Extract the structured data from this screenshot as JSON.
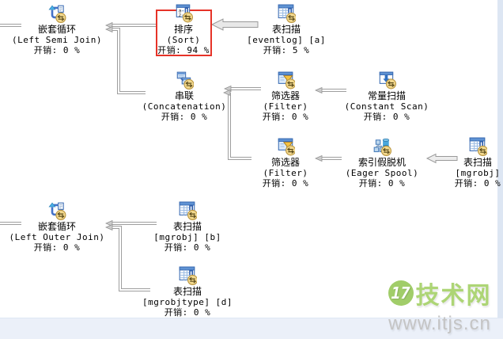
{
  "nodes": [
    {
      "id": "nested-loops-semi",
      "icon": "nested-loops-icon",
      "name": "嵌套循环",
      "subtitle": "(Left Semi Join)",
      "cost": "开销: 0 %"
    },
    {
      "id": "sort",
      "icon": "sort-icon",
      "name": "排序",
      "subtitle": "(Sort)",
      "cost": "开销: 94 %",
      "highlighted": true
    },
    {
      "id": "table-scan-eventlog",
      "icon": "table-scan-icon",
      "name": "表扫描",
      "subtitle": "[eventlog] [a]",
      "cost": "开销: 5 %"
    },
    {
      "id": "concatenation",
      "icon": "concatenation-icon",
      "name": "串联",
      "subtitle": "(Concatenation)",
      "cost": "开销: 0 %"
    },
    {
      "id": "filter-1",
      "icon": "filter-icon",
      "name": "筛选器",
      "subtitle": "(Filter)",
      "cost": "开销: 0 %"
    },
    {
      "id": "constant-scan",
      "icon": "constant-scan-icon",
      "name": "常量扫描",
      "subtitle": "(Constant Scan)",
      "cost": "开销: 0 %"
    },
    {
      "id": "filter-2",
      "icon": "filter-icon",
      "name": "筛选器",
      "subtitle": "(Filter)",
      "cost": "开销: 0 %"
    },
    {
      "id": "eager-spool",
      "icon": "eager-spool-icon",
      "name": "索引假脱机",
      "subtitle": "(Eager Spool)",
      "cost": "开销: 0 %"
    },
    {
      "id": "table-scan-mgrobj",
      "icon": "table-scan-icon",
      "name": "表扫描",
      "subtitle": "[mgrobj]",
      "cost": "开销: 0 %"
    },
    {
      "id": "nested-loops-outer",
      "icon": "nested-loops-icon",
      "name": "嵌套循环",
      "subtitle": "(Left Outer Join)",
      "cost": "开销: 0 %"
    },
    {
      "id": "table-scan-mgrobj-b",
      "icon": "table-scan-icon",
      "name": "表扫描",
      "subtitle": "[mgrobj] [b]",
      "cost": "开销: 0 %"
    },
    {
      "id": "table-scan-mgrobjtype-d",
      "icon": "table-scan-icon",
      "name": "表扫描",
      "subtitle": "[mgrobjtype] [d]",
      "cost": "开销: 0 %"
    }
  ],
  "watermark": {
    "logo_text": "17",
    "brand": "技术网",
    "url": "www.itjs.cn"
  },
  "colors": {
    "highlight_red": "#e63328",
    "connector_gray": "#a0a0a0",
    "icon_blue": "#3f6fb5",
    "badge_tan": "#f3d98e",
    "watermark_green": "#9ccb62",
    "watermark_url_gray": "#c2c2c2",
    "edge_strip_blue": "#dde6f3",
    "bottom_band_blue": "#ebf0f9"
  }
}
